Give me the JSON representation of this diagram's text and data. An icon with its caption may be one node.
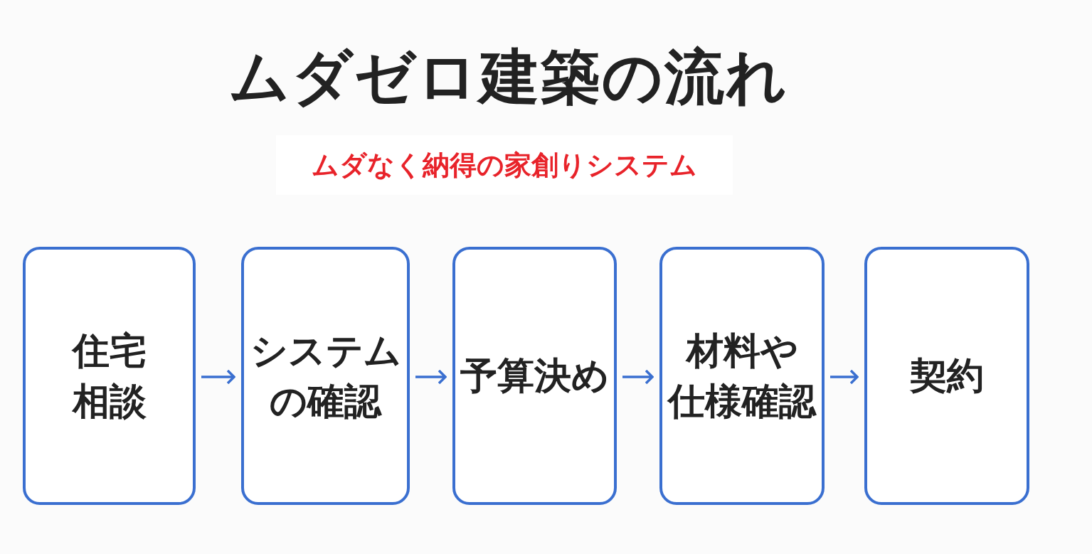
{
  "diagram": {
    "title": "ムダゼロ建築の流れ",
    "caption": "ムダなく納得の家創りシステム",
    "nodes": [
      {
        "text": [
          "住宅相談"
        ]
      },
      {
        "text": [
          "システムの確認"
        ]
      },
      {
        "text": [
          "予算決め"
        ]
      },
      {
        "text": [
          "材料や仕様確認"
        ]
      },
      {
        "text": [
          "契約"
        ]
      }
    ],
    "edges": [
      {
        "from": 0,
        "to": 1,
        "arrow": "to"
      },
      {
        "from": 1,
        "to": 2,
        "arrow": "to"
      },
      {
        "from": 2,
        "to": 3,
        "arrow": "to"
      },
      {
        "from": 3,
        "to": 4,
        "arrow": "to"
      }
    ]
  }
}
